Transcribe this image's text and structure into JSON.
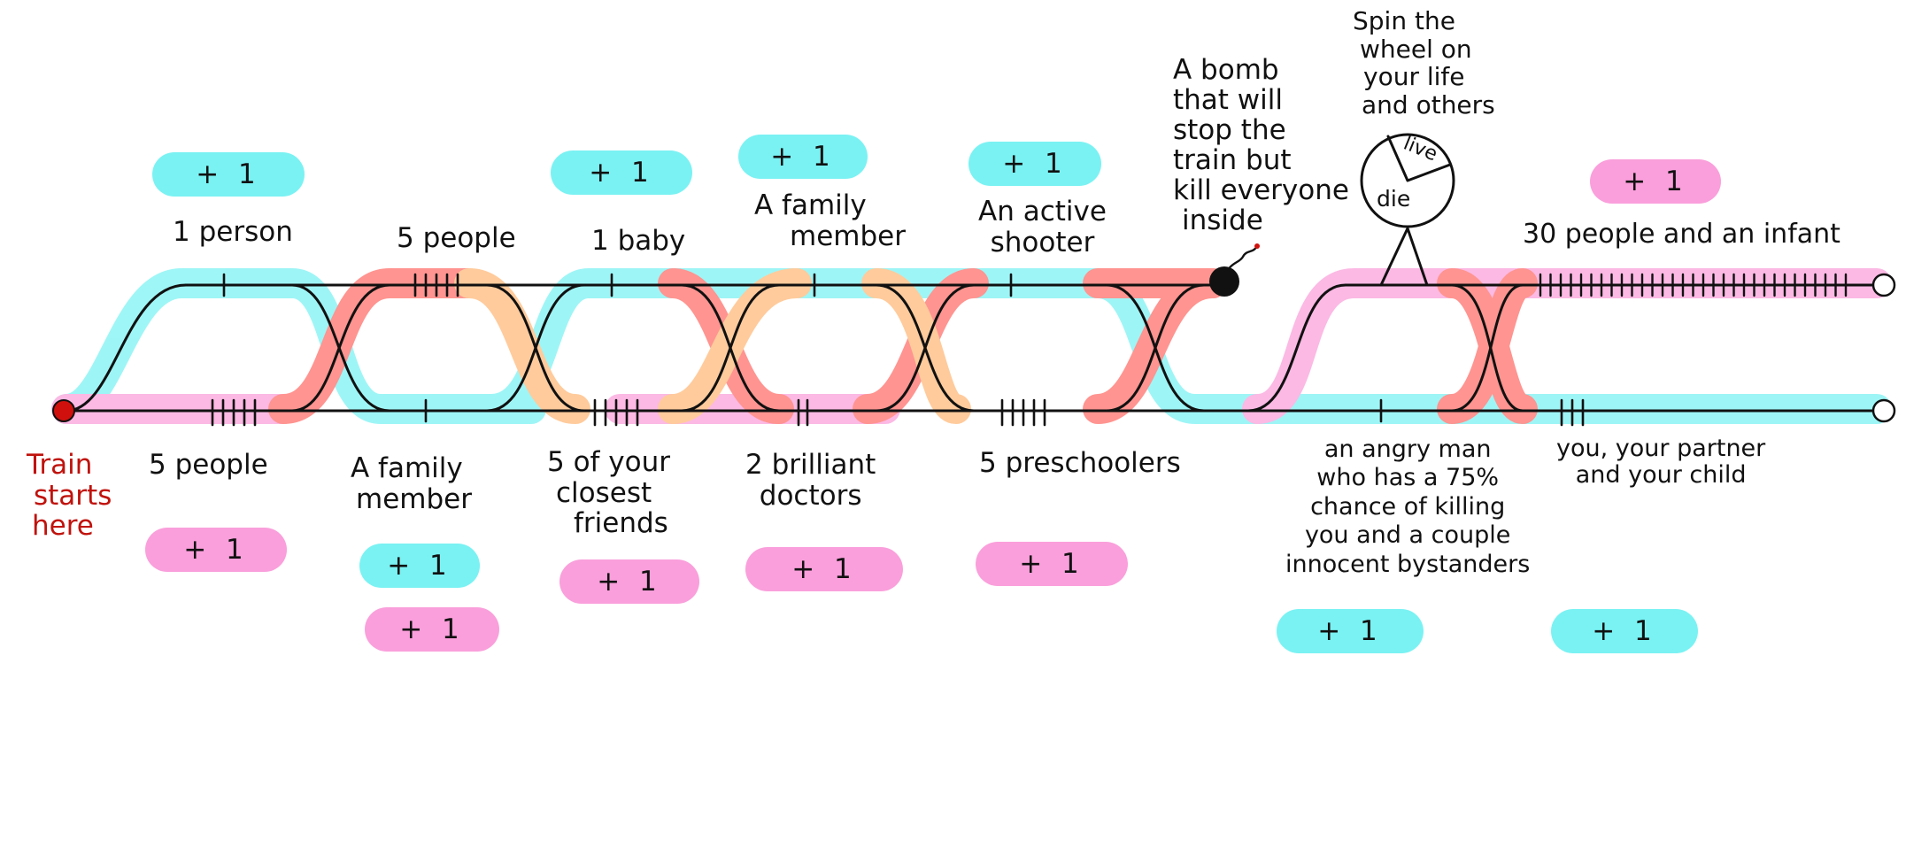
{
  "colors": {
    "cyan": "#7af2f3",
    "pink": "#fa9fdb",
    "red": "#ff6b66",
    "orange": "#ffb877",
    "start": "#c0120c",
    "track": "#111111"
  },
  "start": {
    "text": [
      "Train",
      "starts",
      "here"
    ]
  },
  "top": {
    "person": "1 person",
    "five_people": "5 people",
    "baby": "1 baby",
    "family": [
      "A family",
      "member"
    ],
    "shooter": [
      "An active",
      "shooter"
    ],
    "bomb": [
      "A bomb",
      "that will",
      "stop the",
      "train but",
      "kill everyone",
      "inside"
    ],
    "wheel_text": [
      "Spin the",
      "wheel on",
      "your life",
      "and others"
    ],
    "wheel_live": "live",
    "wheel_die": "die",
    "thirty": "30 people and an infant"
  },
  "bottom": {
    "five_people": "5 people",
    "family": [
      "A family",
      "member"
    ],
    "friends": [
      "5 of your",
      "closest",
      "friends"
    ],
    "doctors": [
      "2 brilliant",
      "doctors"
    ],
    "preschoolers": "5 preschoolers",
    "angry_man": [
      "an angry man",
      "who has a 75%",
      "chance of killing",
      "you and a couple",
      "innocent bystanders"
    ],
    "you": [
      "you, your partner",
      "and your child"
    ]
  },
  "vote_label": "+ 1",
  "icons": {
    "bomb": "bomb-icon",
    "wheel": "wheel-of-fortune-icon",
    "start": "train-start-dot-icon",
    "end": "track-end-circle-icon"
  }
}
